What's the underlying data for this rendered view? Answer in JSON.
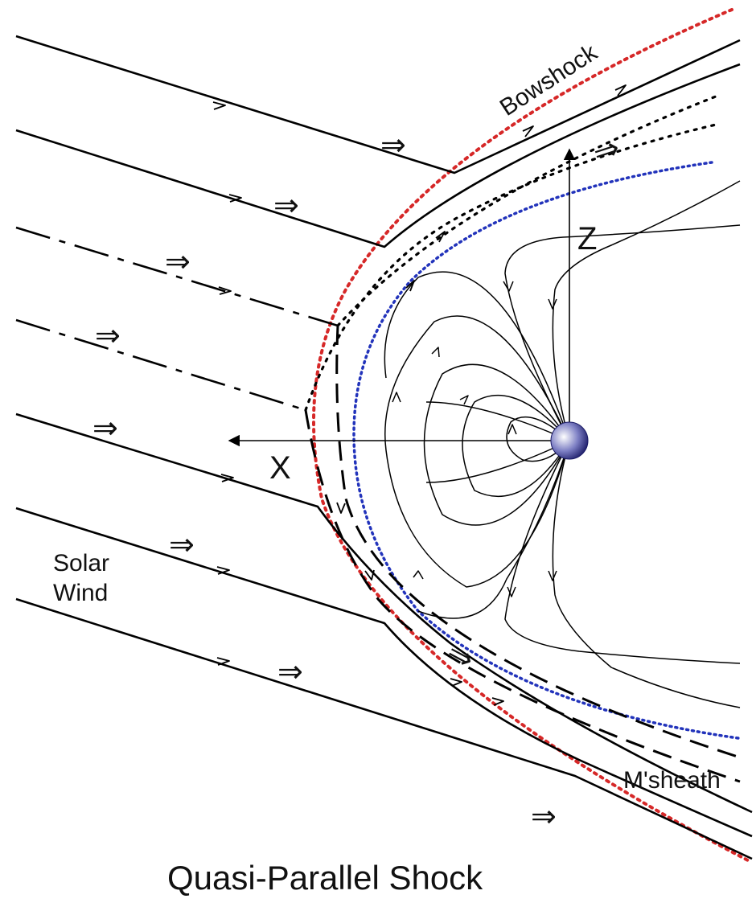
{
  "title": "Quasi-Parallel Shock",
  "labels": {
    "bowshock": "Bowshock",
    "solar_wind_line1": "Solar",
    "solar_wind_line2": "Wind",
    "magnetosheath": "M'sheath",
    "x_axis": "X",
    "z_axis": "Z"
  },
  "flow_arrow_glyph": "⇒",
  "colors": {
    "bowshock": "#d62828",
    "magnetopause": "#2233bb",
    "planet_light": "#ffffff",
    "planet_dark": "#1a1a66",
    "lines": "#000000"
  },
  "icons": [
    "planet-icon",
    "flow-direction-arrow-icon",
    "axis-arrow-icon"
  ]
}
